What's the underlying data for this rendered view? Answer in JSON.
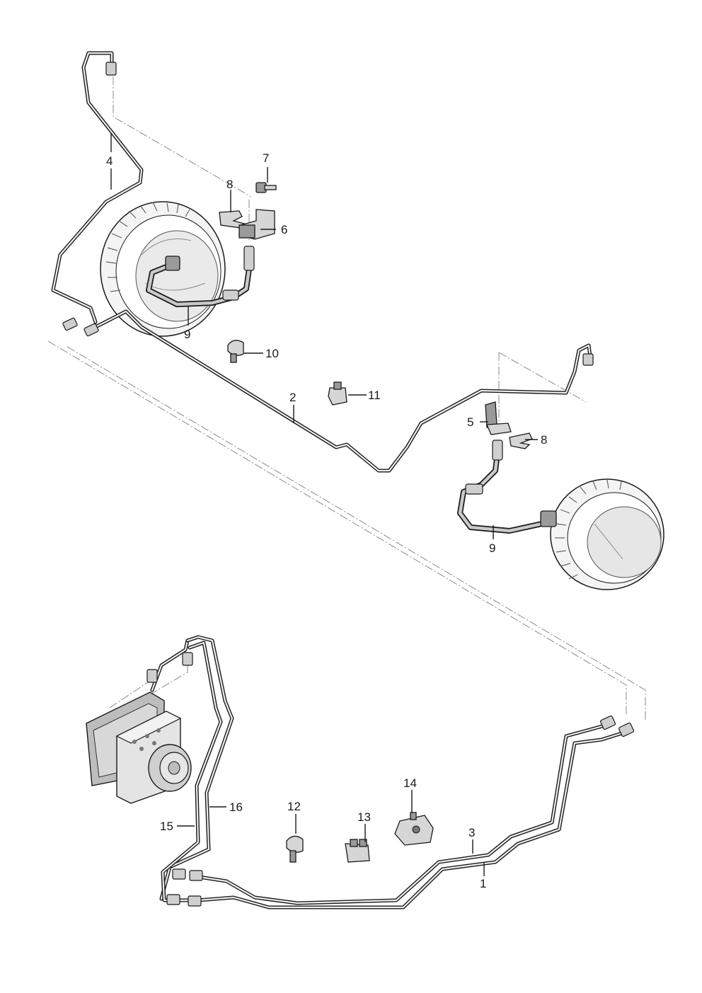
{
  "callouts": {
    "c1": "1",
    "c2": "2",
    "c3": "3",
    "c4": "4",
    "c5": "5",
    "c6": "6",
    "c7": "7",
    "c8a": "8",
    "c8b": "8",
    "c9a": "9",
    "c9b": "9",
    "c10": "10",
    "c11": "11",
    "c12": "12",
    "c13": "13",
    "c14": "14",
    "c15": "15",
    "c16": "16"
  }
}
